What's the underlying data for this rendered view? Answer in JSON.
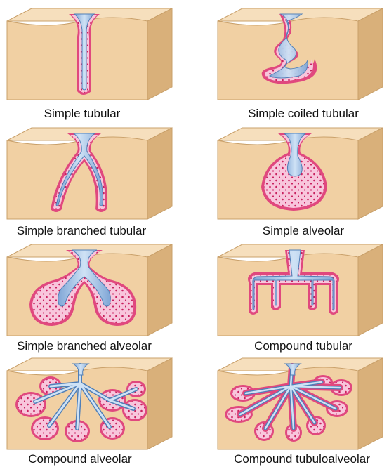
{
  "figure": {
    "panels": [
      {
        "id": "simple-tubular",
        "label": "Simple tubular"
      },
      {
        "id": "simple-coiled-tubular",
        "label": "Simple coiled tubular"
      },
      {
        "id": "simple-branched-tubular",
        "label": "Simple branched tubular"
      },
      {
        "id": "simple-alveolar",
        "label": "Simple alveolar"
      },
      {
        "id": "simple-branched-alveolar",
        "label": "Simple branched alveolar"
      },
      {
        "id": "compound-tubular",
        "label": "Compound tubular"
      },
      {
        "id": "compound-alveolar",
        "label": "Compound alveolar"
      },
      {
        "id": "compound-tubuloalveolar",
        "label": "Compound tubuloalveolar"
      }
    ]
  },
  "colors": {
    "block_front": "#f1d0a3",
    "block_top": "#f6dfbd",
    "block_side": "#d9b07a",
    "block_edge": "#c9a06a",
    "gland_outer": "#e0487e",
    "gland_fill": "#f8c6dc",
    "gland_dot": "#c8205e",
    "lumen": "#a9c8e8",
    "lumen_edge": "#4f7fb8"
  }
}
